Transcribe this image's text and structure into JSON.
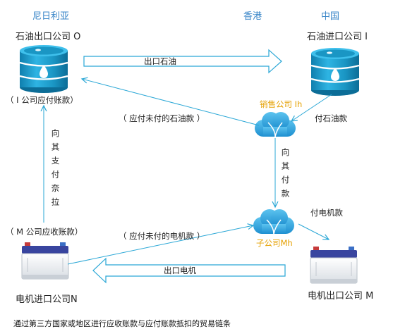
{
  "regions": {
    "nigeria": "尼日利亚",
    "hongkong": "香港",
    "china": "中国"
  },
  "companies": {
    "o": "石油出口公司 O",
    "i": "石油进口公司 I",
    "n": "电机进口公司N",
    "m": "电机出口公司 M"
  },
  "entities": {
    "ih": "销售公司 Ih",
    "mh": "子公司Mh"
  },
  "flows": {
    "export_oil": "出口石油",
    "export_motor": "出口电机",
    "unpaid_oil": "（ 应付未付的石油款 ）",
    "unpaid_motor": "（ 应付未付的电机款 ）",
    "pay_oil": "付石油款",
    "pay_motor": "付电机款",
    "pay_it": "向其付款",
    "pay_nai": "向其支付奈拉"
  },
  "notes": {
    "i_payable": "（ I 公司应付账款）",
    "m_receivable": "（ M 公司应收账款）"
  },
  "caption": "通过第三方国家或地区进行应收账款与应付账款抵扣的贸易链条",
  "colors": {
    "region_text": "#3a86c8",
    "line": "#2aa7d6",
    "barrel": "#1a96c4",
    "cloud": "#2aa7e0",
    "cloud_label": "#e5a000"
  }
}
